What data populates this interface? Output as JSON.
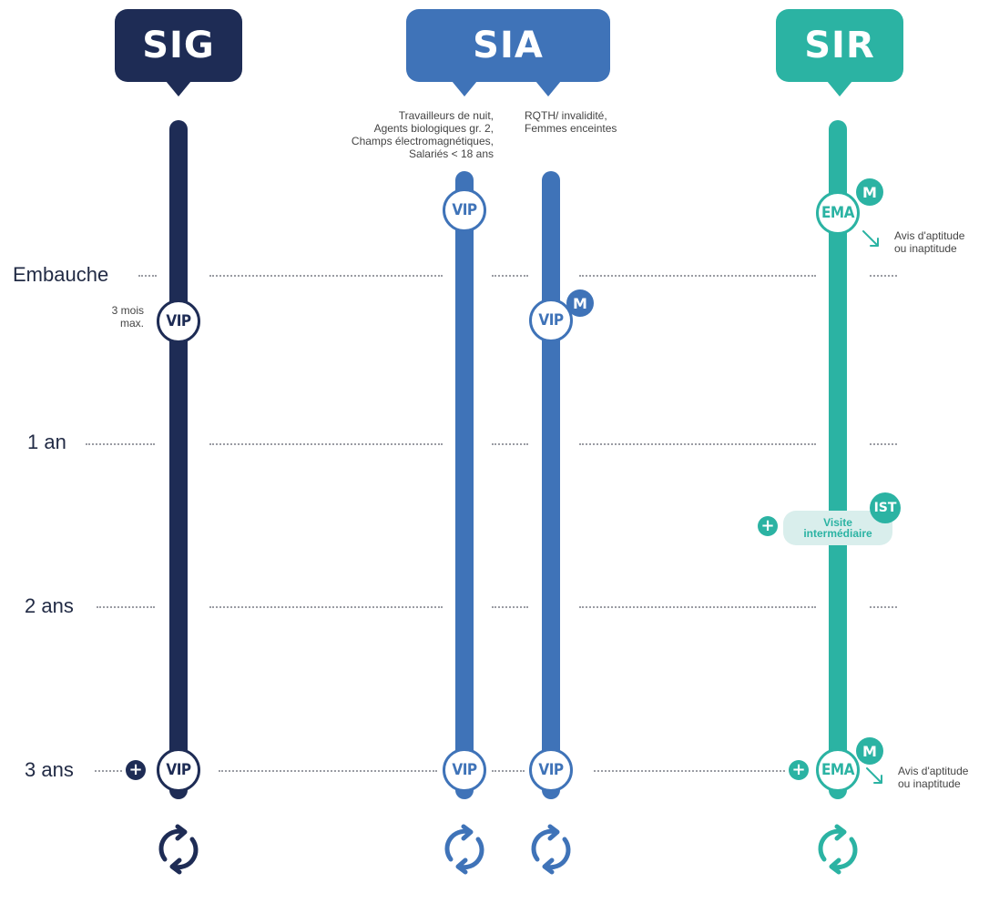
{
  "colors": {
    "sig": "#1e2c55",
    "sia": "#3f73b8",
    "sir": "#2bb3a3",
    "guide": "#9a9ca3"
  },
  "headers": {
    "sig": "SIG",
    "sia": "SIA",
    "sir": "SIR"
  },
  "rows": {
    "embauche": "Embauche",
    "one_year": "1 an",
    "two_years": "2 ans",
    "three_years": "3 ans"
  },
  "sia_notes": {
    "left": [
      "Travailleurs de nuit,",
      "Agents biologiques gr. 2,",
      "Champs électromagnétiques,",
      "Salariés < 18 ans"
    ],
    "right": [
      "RQTH/ invalidité,",
      "Femmes enceintes"
    ]
  },
  "sig": {
    "note": [
      "3 mois",
      "max."
    ],
    "vip1": "VIP",
    "vip2": "VIP",
    "plus": "+",
    "cycle": "cycle-icon"
  },
  "sia": {
    "vip_top": "VIP",
    "vip_m": "VIP",
    "vip_m_badge": "M",
    "vip_b1": "VIP",
    "vip_b2": "VIP"
  },
  "sir": {
    "ema_top": "EMA",
    "ema_top_badge": "M",
    "avis_top": [
      "Avis d'aptitude",
      "ou inaptitude"
    ],
    "ist_badge": "IST",
    "pill": [
      "Visite",
      "intermédiaire"
    ],
    "ema_bottom": "EMA",
    "ema_bottom_badge": "M",
    "avis_bottom": [
      "Avis d'aptitude",
      "ou inaptitude"
    ],
    "plus": "+"
  }
}
